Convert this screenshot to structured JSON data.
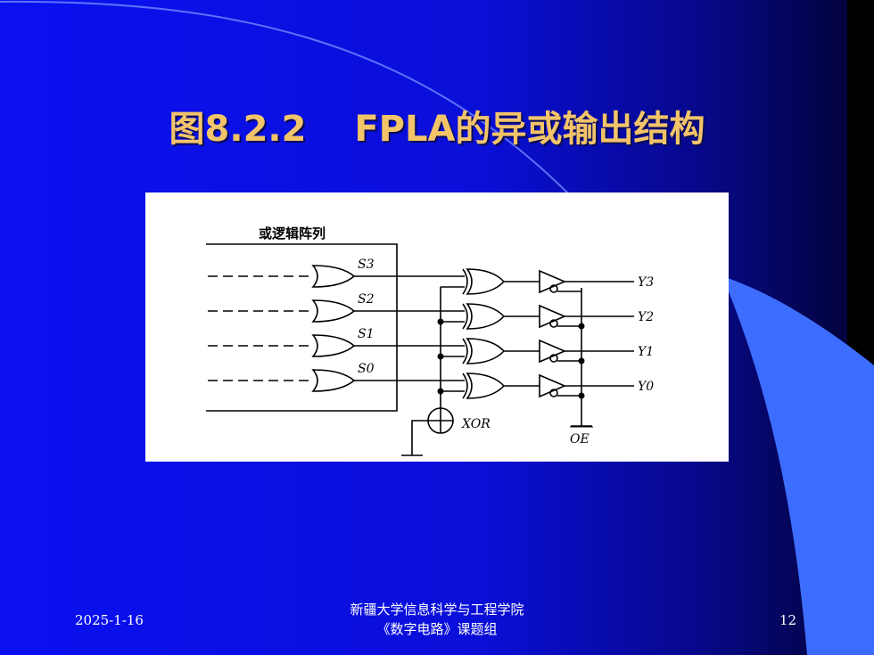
{
  "slide": {
    "title": "图8.2.2　 FPLA的异或输出结构",
    "date": "2025-1-16",
    "page_number": "12",
    "institution_line1": "新疆大学信息科学与工程学院",
    "institution_line2": "《数字电路》课题组",
    "colors": {
      "background": "#0b10e6",
      "title": "#f2c46a",
      "accent": "#3d6dff"
    }
  },
  "diagram": {
    "array_label": "或逻辑阵列",
    "or_outputs": [
      "S3",
      "S2",
      "S1",
      "S0"
    ],
    "xor_label": "XOR",
    "oe_label": "OE",
    "outputs": [
      "Y3",
      "Y2",
      "Y1",
      "Y0"
    ]
  }
}
